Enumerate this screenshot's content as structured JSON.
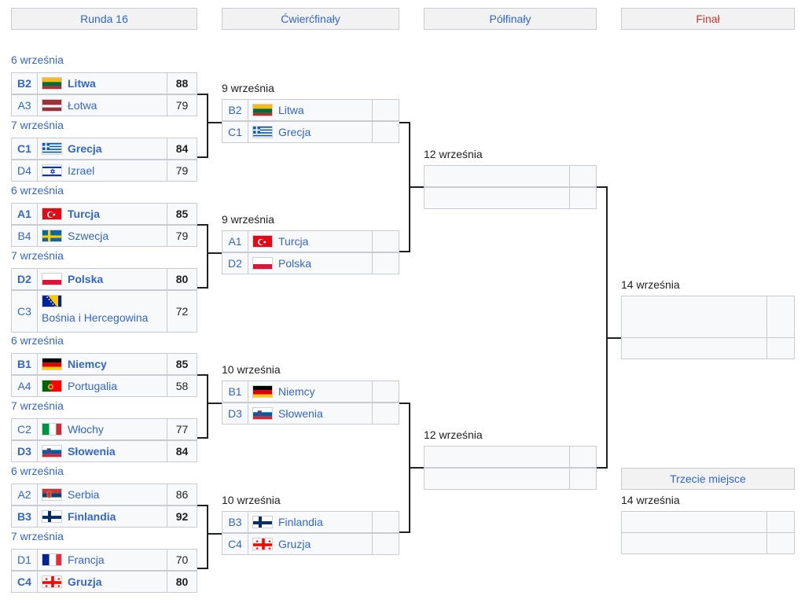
{
  "headers": {
    "r16": "Runda 16",
    "qf": "Ćwierćfinały",
    "sf": "Półfinały",
    "final": "Finał",
    "third": "Trzecie miejsce"
  },
  "r16": {
    "dates": [
      "6 września",
      "7 września",
      "6 września",
      "7 września",
      "6 września",
      "7 września",
      "6 września",
      "7 września"
    ],
    "games": [
      {
        "seed": "B2",
        "team": "Litwa",
        "score": "88",
        "flag": "ltu"
      },
      {
        "seed": "A3",
        "team": "Łotwa",
        "score": "79",
        "flag": "lva"
      },
      {
        "seed": "C1",
        "team": "Grecja",
        "score": "84",
        "flag": "gre"
      },
      {
        "seed": "D4",
        "team": "Izrael",
        "score": "79",
        "flag": "isr"
      },
      {
        "seed": "A1",
        "team": "Turcja",
        "score": "85",
        "flag": "tur"
      },
      {
        "seed": "B4",
        "team": "Szwecja",
        "score": "79",
        "flag": "swe"
      },
      {
        "seed": "D2",
        "team": "Polska",
        "score": "80",
        "flag": "pol"
      },
      {
        "seed": "C3",
        "team": "Bośnia i Hercegowina",
        "score": "72",
        "flag": "bih"
      },
      {
        "seed": "B1",
        "team": "Niemcy",
        "score": "85",
        "flag": "ger"
      },
      {
        "seed": "A4",
        "team": "Portugalia",
        "score": "58",
        "flag": "por"
      },
      {
        "seed": "C2",
        "team": "Włochy",
        "score": "77",
        "flag": "ita"
      },
      {
        "seed": "D3",
        "team": "Słowenia",
        "score": "84",
        "flag": "slo"
      },
      {
        "seed": "A2",
        "team": "Serbia",
        "score": "86",
        "flag": "srb"
      },
      {
        "seed": "B3",
        "team": "Finlandia",
        "score": "92",
        "flag": "fin"
      },
      {
        "seed": "D1",
        "team": "Francja",
        "score": "70",
        "flag": "fra"
      },
      {
        "seed": "C4",
        "team": "Gruzja",
        "score": "80",
        "flag": "geo"
      }
    ]
  },
  "qf": {
    "dates": [
      "9 września",
      "9 września",
      "10 września",
      "10 września"
    ],
    "games": [
      {
        "seed": "B2",
        "team": "Litwa",
        "flag": "ltu"
      },
      {
        "seed": "C1",
        "team": "Grecja",
        "flag": "gre"
      },
      {
        "seed": "A1",
        "team": "Turcja",
        "flag": "tur"
      },
      {
        "seed": "D2",
        "team": "Polska",
        "flag": "pol"
      },
      {
        "seed": "B1",
        "team": "Niemcy",
        "flag": "ger"
      },
      {
        "seed": "D3",
        "team": "Słowenia",
        "flag": "slo"
      },
      {
        "seed": "B3",
        "team": "Finlandia",
        "flag": "fin"
      },
      {
        "seed": "C4",
        "team": "Gruzja",
        "flag": "geo"
      }
    ]
  },
  "sf": {
    "dates": [
      "12 września",
      "12 września"
    ]
  },
  "final": {
    "date": "14 września"
  },
  "third": {
    "date": "14 września"
  },
  "colors": {
    "link": "#3366cc",
    "final_header": "#cc3333",
    "cell_bg": "#f8f9fa",
    "border": "#c8ccd1"
  }
}
